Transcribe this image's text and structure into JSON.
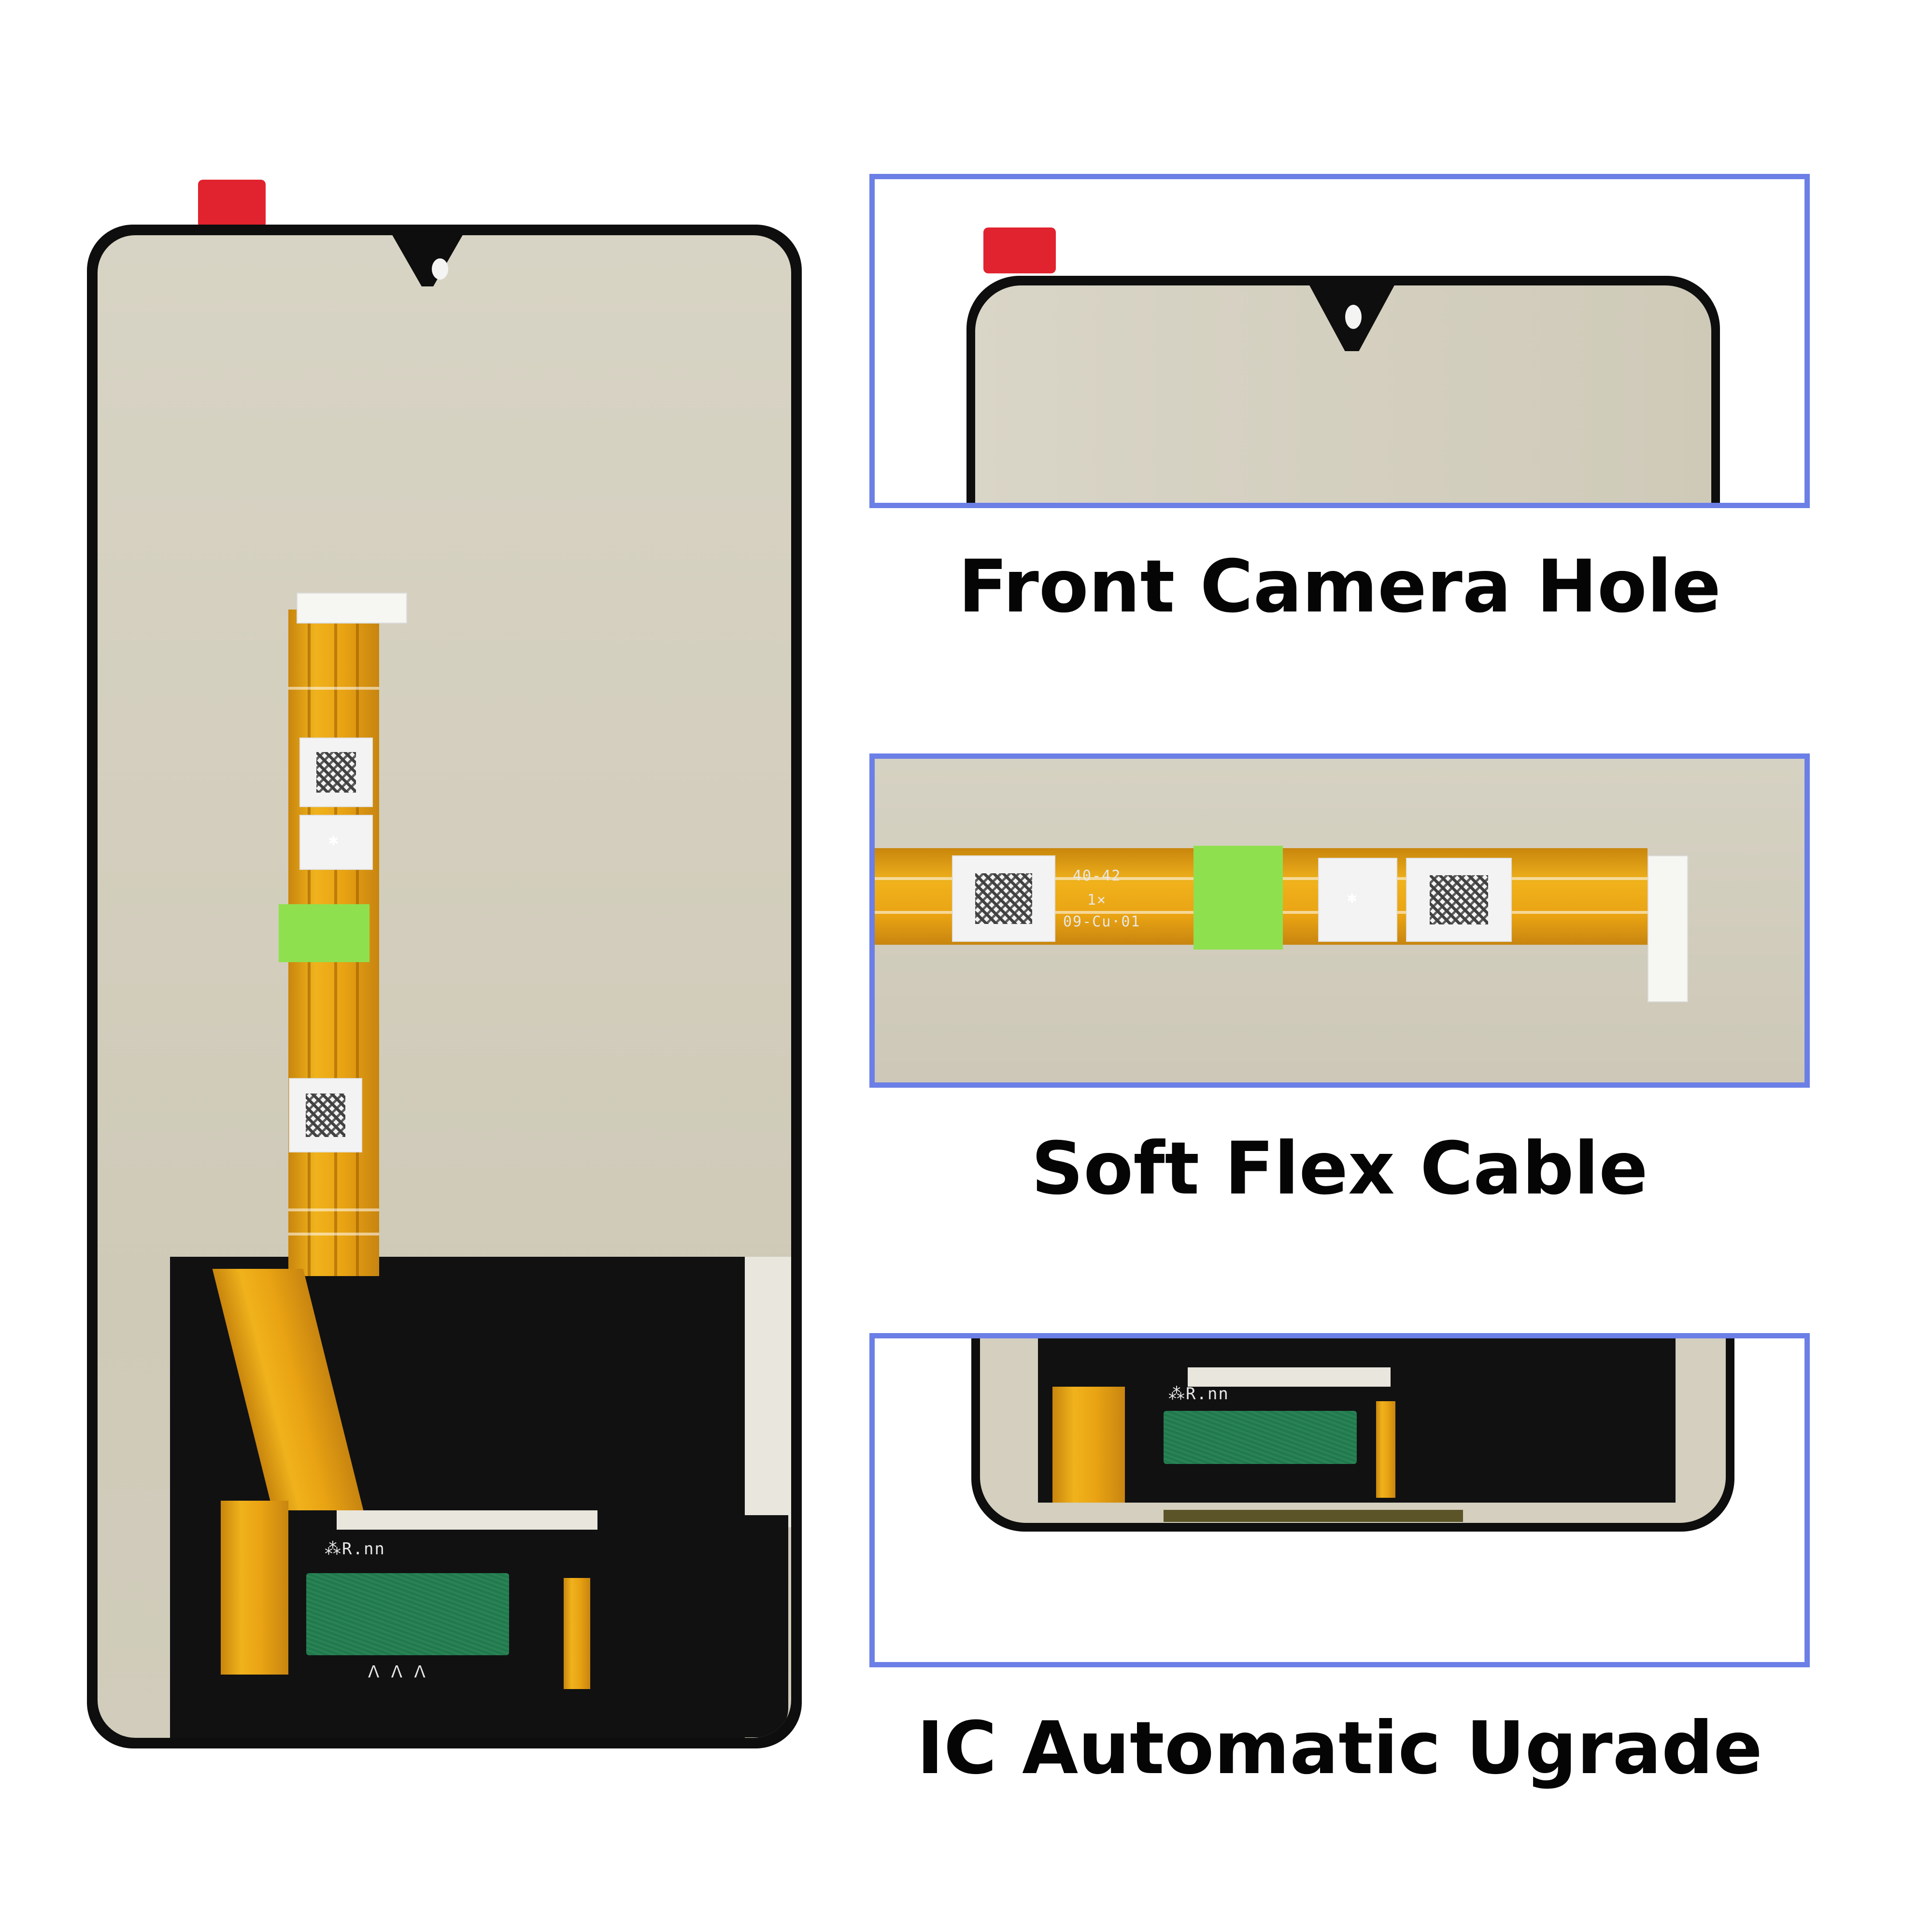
{
  "image": {
    "background_color": "#ffffff",
    "main_photo": {
      "subject": "Replacement LCD display assembly (rear view)",
      "features": [
        "red-protective-tab",
        "waterdrop-notch",
        "front-camera-hole",
        "flex-cable",
        "qr-label-top",
        "qr-label-bottom",
        "green-tape",
        "black-shield",
        "driver-ic-chip"
      ]
    },
    "colors": {
      "panel_border": "#6c7fe6",
      "caption_text": "#050505",
      "red_tab": "#e0232e",
      "flex_cable": "#eaa716",
      "green_tape": "#8fe04e",
      "ic_chip": "#1f7a4c",
      "lcd_back": "#d3cebd",
      "frame": "#0e0e0e"
    }
  },
  "panels": [
    {
      "id": "front-camera",
      "caption": "Front Camera Hole"
    },
    {
      "id": "flex-cable",
      "caption": "Soft Flex Cable"
    },
    {
      "id": "ic-upgrade",
      "caption": "IC Automatic Ugrade"
    }
  ]
}
